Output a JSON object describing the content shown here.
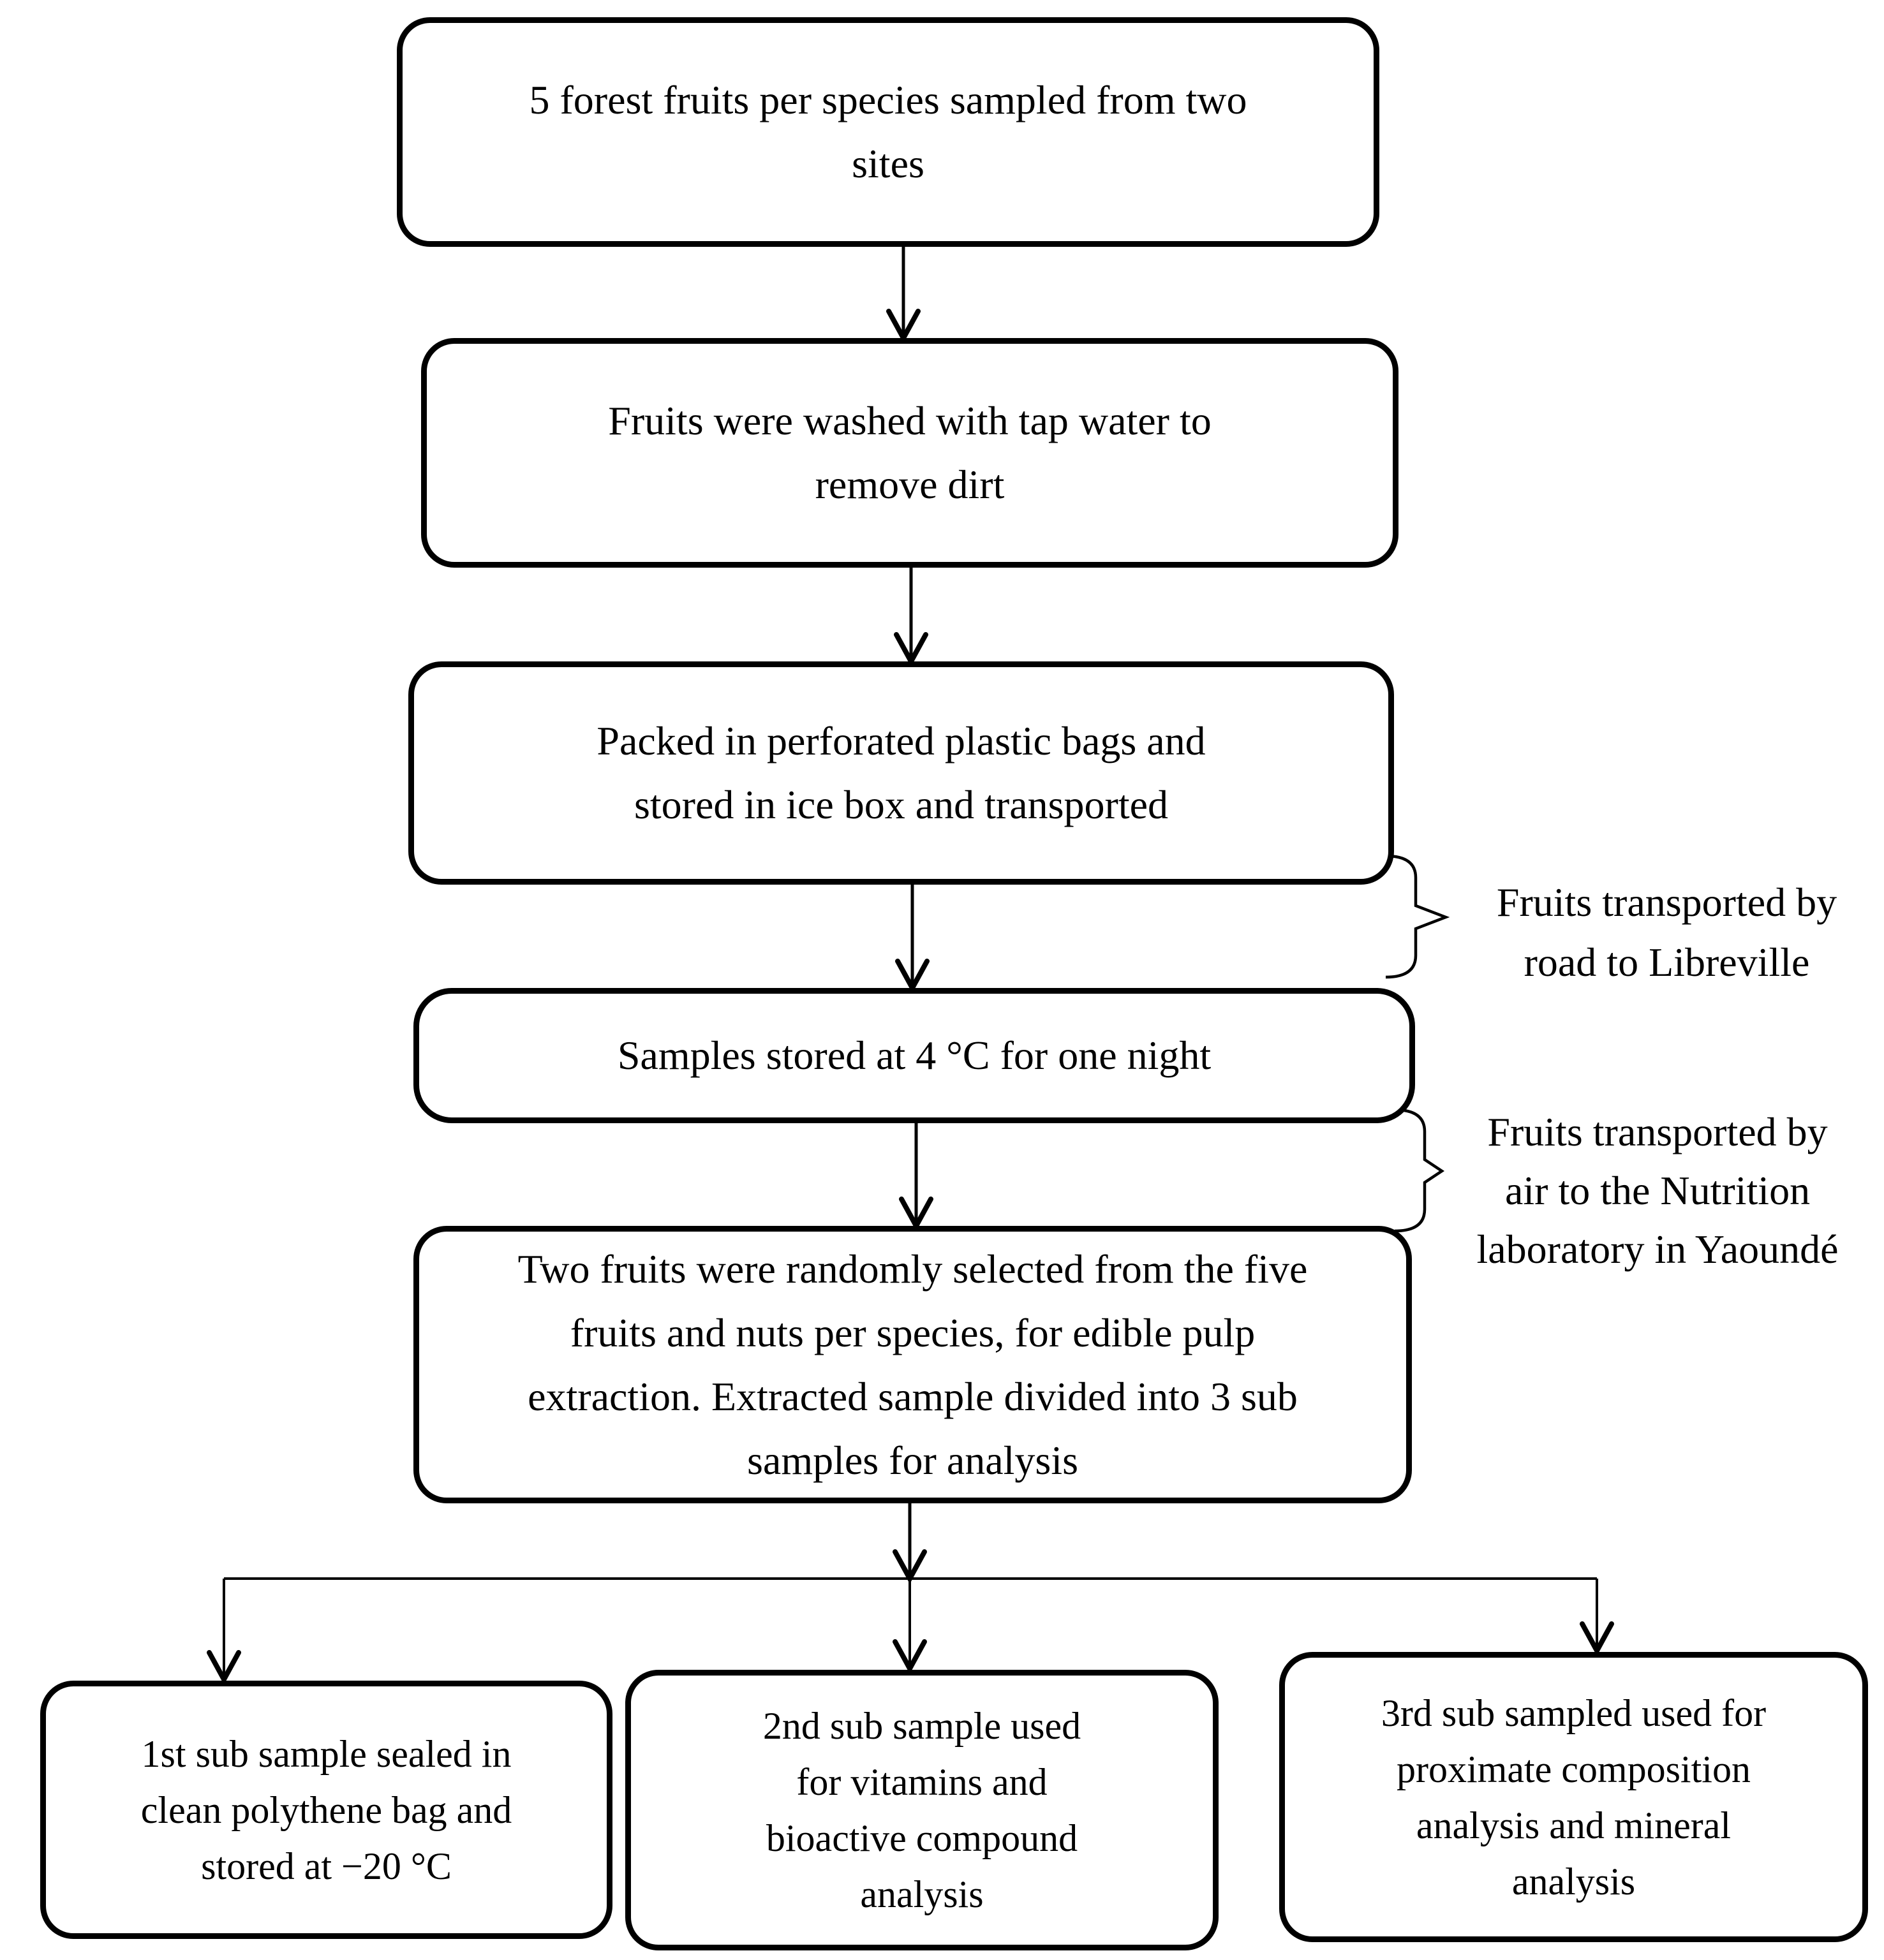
{
  "flowchart": {
    "colors": {
      "stroke": "#000000",
      "text": "#000000",
      "background": "#ffffff"
    },
    "nodes": [
      {
        "id": "sampling",
        "lines": [
          "5 forest fruits per species sampled from two",
          "sites"
        ]
      },
      {
        "id": "washing",
        "lines": [
          "Fruits were washed with tap water to",
          "remove dirt"
        ]
      },
      {
        "id": "packing",
        "lines": [
          "Packed in perforated plastic bags and",
          "stored in ice box and transported"
        ]
      },
      {
        "id": "storage",
        "lines": [
          "Samples stored at 4 °C for one night"
        ]
      },
      {
        "id": "selection",
        "lines": [
          "Two fruits were randomly selected from the five",
          "fruits and nuts per species, for edible pulp",
          "extraction. Extracted sample divided into 3 sub",
          "samples for analysis"
        ]
      },
      {
        "id": "sub1",
        "lines": [
          "1st sub sample sealed in",
          "clean polythene bag and",
          "stored at −20 °C"
        ]
      },
      {
        "id": "sub2",
        "lines": [
          "2nd sub sample used",
          "for vitamins and",
          "bioactive compound",
          "analysis"
        ]
      },
      {
        "id": "sub3",
        "lines": [
          "3rd sub sampled used for",
          "proximate composition",
          "analysis and mineral",
          "analysis"
        ]
      }
    ],
    "annotations": [
      {
        "id": "road-transport",
        "lines": [
          "Fruits transported by",
          "road to Libreville"
        ]
      },
      {
        "id": "air-transport",
        "lines": [
          "Fruits transported by",
          "air to the Nutrition",
          "laboratory in Yaoundé"
        ]
      }
    ],
    "edges": [
      {
        "from": "sampling",
        "to": "washing"
      },
      {
        "from": "washing",
        "to": "packing"
      },
      {
        "from": "packing",
        "to": "storage"
      },
      {
        "from": "storage",
        "to": "selection"
      },
      {
        "from": "selection",
        "to": "sub1"
      },
      {
        "from": "selection",
        "to": "sub2"
      },
      {
        "from": "selection",
        "to": "sub3"
      }
    ]
  }
}
